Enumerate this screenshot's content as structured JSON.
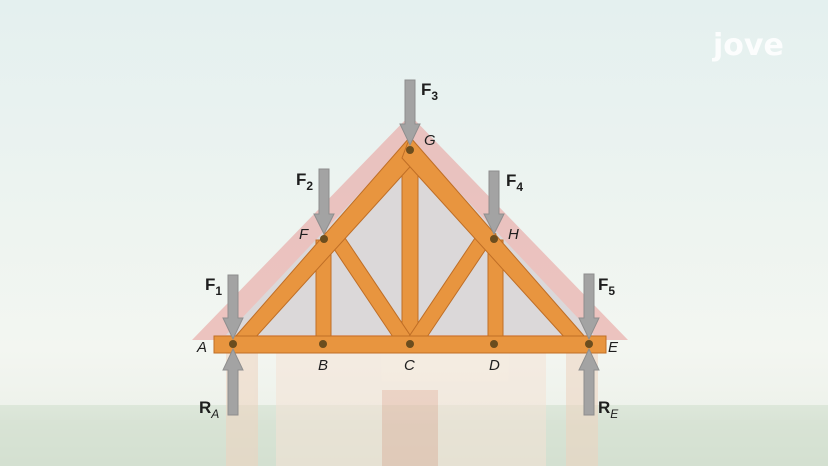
{
  "logo": {
    "text": "jove"
  },
  "colors": {
    "sky_top": "#e6f1f0",
    "sky_bottom": "#f4f7f2",
    "ground": "#e3ebdf",
    "roof": "#e8a9a5",
    "timber": "#e8953f",
    "timber_edge": "#bf6e26",
    "arrow": "#a3a3a3",
    "joint": "#6b4d1e"
  },
  "joints": {
    "A": "A",
    "B": "B",
    "C": "C",
    "D": "D",
    "E": "E",
    "F": "F",
    "G": "G",
    "H": "H"
  },
  "forces": {
    "F1": {
      "main": "F",
      "sub": "1"
    },
    "F2": {
      "main": "F",
      "sub": "2"
    },
    "F3": {
      "main": "F",
      "sub": "3"
    },
    "F4": {
      "main": "F",
      "sub": "4"
    },
    "F5": {
      "main": "F",
      "sub": "5"
    },
    "RA": {
      "main": "R",
      "sub": "A"
    },
    "RE": {
      "main": "R",
      "sub": "E"
    }
  }
}
